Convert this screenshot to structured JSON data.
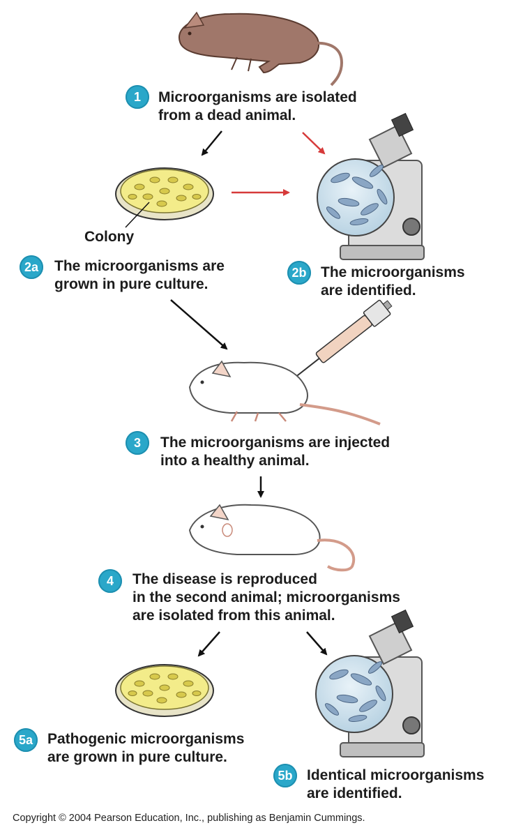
{
  "steps": {
    "s1": {
      "badge": "1",
      "lines": [
        "Microorganisms are isolated",
        "from a dead animal."
      ]
    },
    "s2a": {
      "badge": "2a",
      "lines": [
        "The microorganisms are",
        "grown in pure culture."
      ]
    },
    "s2b": {
      "badge": "2b",
      "lines": [
        "The microorganisms",
        "are identified."
      ]
    },
    "s3": {
      "badge": "3",
      "lines": [
        "The microorganisms are injected",
        "into a healthy animal."
      ]
    },
    "s4": {
      "badge": "4",
      "lines": [
        "The disease is reproduced",
        "in the second animal; microorganisms",
        "are isolated from this animal."
      ]
    },
    "s5a": {
      "badge": "5a",
      "lines": [
        "Pathogenic microorganisms",
        "are grown in pure culture."
      ]
    },
    "s5b": {
      "badge": "5b",
      "lines": [
        "Identical microorganisms",
        "are identified."
      ]
    }
  },
  "colony_label": "Colony",
  "copyright": "Copyright © 2004 Pearson Education, Inc., publishing as Benjamin Cummings.",
  "colors": {
    "badge": "#2aa7c9",
    "dead_rat": "#a0776a",
    "healthy_rat": "#ffffff",
    "dish_agar": "#f3ec8a",
    "microscope": "#dcdcdc",
    "lens_view": "#cfe3ef",
    "microbes": "#8aa6c4",
    "red_arrow": "#d63a3a",
    "black_arrow": "#111111"
  }
}
